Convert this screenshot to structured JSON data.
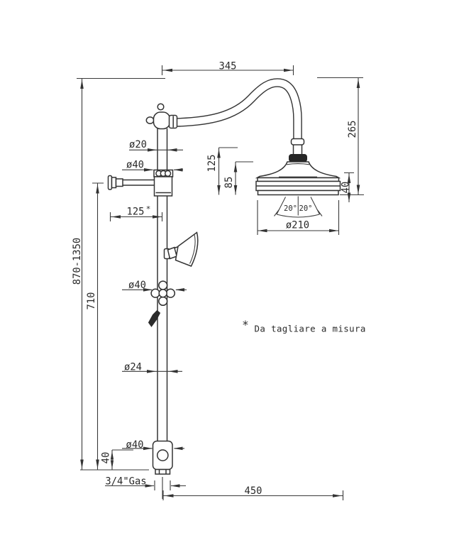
{
  "drawing": {
    "dimensions": {
      "arm_projection": "345",
      "head_drop": "265",
      "upper_pipe_diameter": "ø20",
      "upper_junction_diameter": "ø40",
      "wall_bracket_offset": "125",
      "wall_bracket_offset_marker": "*",
      "head_joint_height": "125",
      "head_body_height": "85",
      "head_rim_height": "40",
      "spray_angle_left": "20°",
      "spray_angle_right": "20°",
      "head_diameter": "ø210",
      "overall_height": "870-1350",
      "lower_column_height": "710",
      "diverter_diameter": "ø40",
      "lower_pipe_diameter": "ø24",
      "inlet_body_diameter": "ø40",
      "inlet_height": "40",
      "inlet_thread": "3/4\"Gas",
      "base_projection": "450"
    },
    "footnote": {
      "marker": "*",
      "text": "Da tagliare a misura"
    }
  }
}
